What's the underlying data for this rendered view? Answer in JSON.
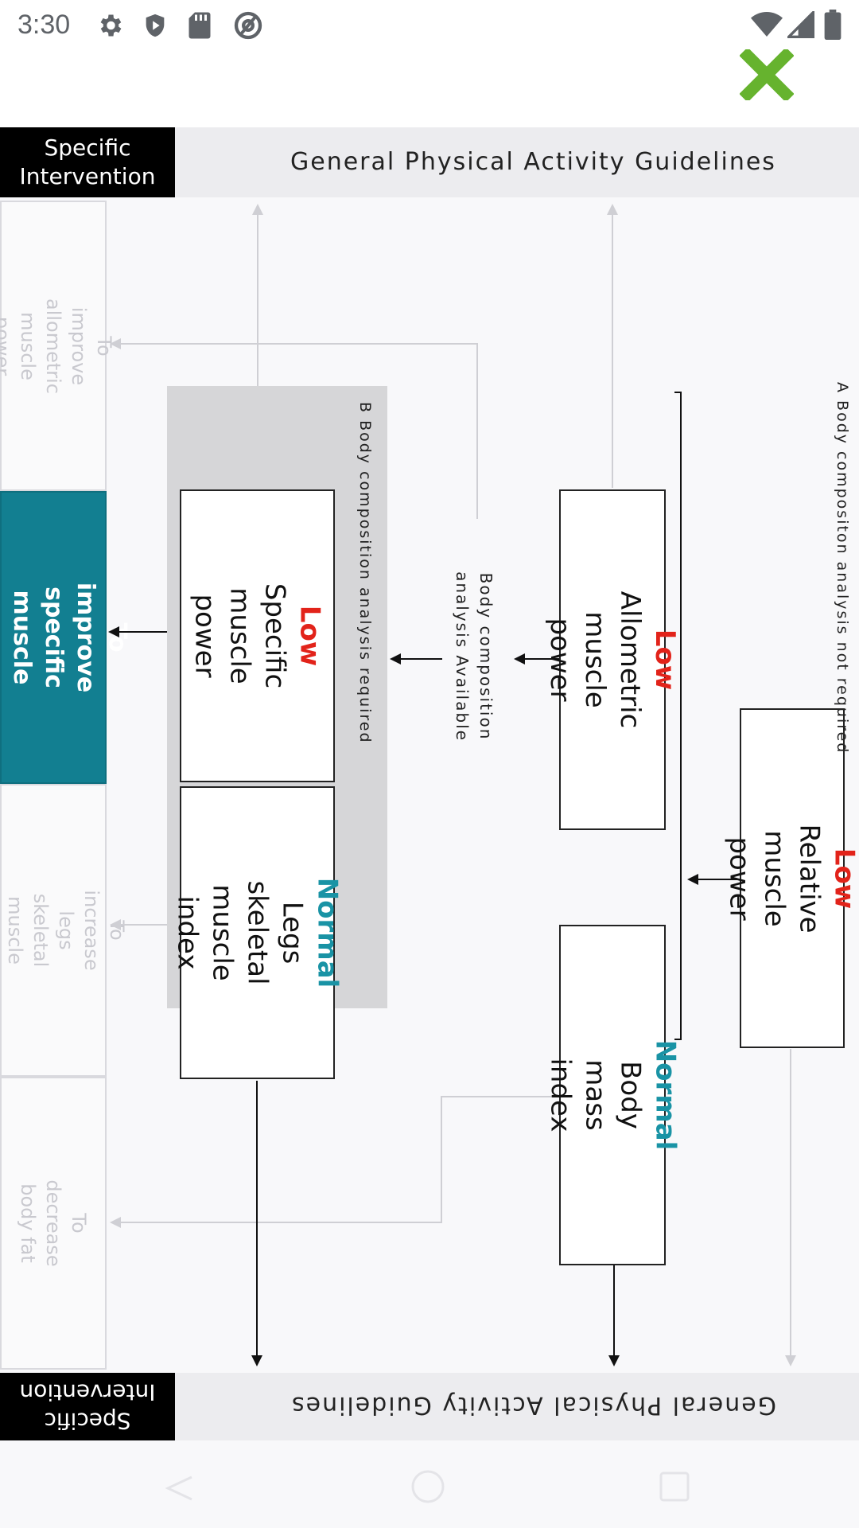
{
  "status_bar": {
    "time": "3:30",
    "left_icons": [
      "settings-gear-icon",
      "play-protect-icon",
      "sd-card-icon",
      "at-sign-icon"
    ],
    "right_icons": [
      "wifi-icon",
      "signal-icon",
      "battery-icon"
    ]
  },
  "toolbar": {
    "close_icon": "close-x-icon",
    "close_color": "#66b32e"
  },
  "figure": {
    "top_band": {
      "specific_intervention": "Specific Intervention",
      "general_guidelines": "General Physical Activity Guidelines"
    },
    "bottom_band": {
      "specific_intervention": "Specific Intervention",
      "general_guidelines": "General Physical Activity Guidelines"
    },
    "start_box": {
      "keyword": "Low",
      "rest": "Relative muscle power"
    },
    "branch_a_label": "A Body compositon analysis not required",
    "branch_a_boxes": [
      {
        "keyword": "Low",
        "rest": "Allometric muscle power"
      },
      {
        "keyword": "Normal",
        "rest": "Body mass index"
      }
    ],
    "middle_label": "Body composition analysis Available",
    "branch_b_label": "B Body composition analysis required",
    "branch_b_boxes": [
      {
        "keyword": "Low",
        "rest": "Specific muscle power"
      },
      {
        "keyword": "Normal",
        "rest": "Legs skeletal muscle index"
      }
    ],
    "outcomes": [
      {
        "text": "To improve allometric muscle power",
        "active": false
      },
      {
        "text": "To improve specific muscle power",
        "active": true
      },
      {
        "text": "To increase legs skeletal muscle index",
        "active": false
      },
      {
        "text": "To decrease body fat",
        "active": false
      }
    ],
    "colors": {
      "low": "#e2231a",
      "normal": "#1993a5",
      "active_outcome": "#127f91"
    }
  },
  "nav_bar": {
    "icons": [
      "back-icon",
      "home-icon",
      "recents-icon"
    ]
  }
}
